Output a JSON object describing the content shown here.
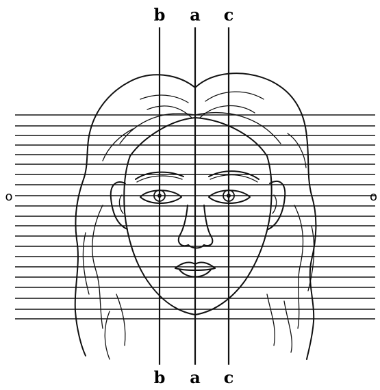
{
  "labels": {
    "top_b": "b",
    "top_a": "a",
    "top_c": "c",
    "bottom_b": "b",
    "bottom_a": "a",
    "bottom_c": "c",
    "left_o": "o",
    "right_o": "o"
  },
  "colors": {
    "ink": "#111111",
    "background": "#ffffff"
  }
}
